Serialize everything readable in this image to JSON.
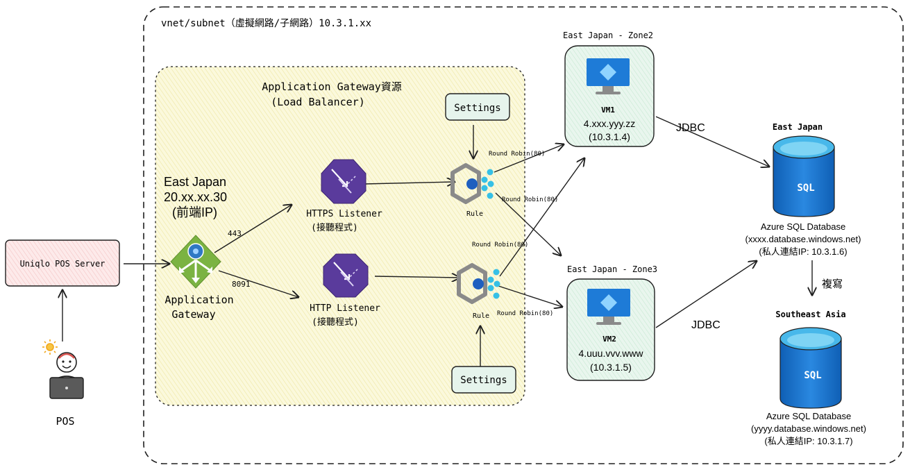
{
  "vnet_label": "vnet/subnet（虛擬網路/子網路）10.3.1.xx",
  "appgw_resource": {
    "title_line1": "Application Gateway資源",
    "title_line2": "(Load Balancer)"
  },
  "pos_server": "Uniqlo POS Server",
  "pos_user": "POS",
  "frontend": {
    "region": "East Japan",
    "ip": "20.xx.xx.30",
    "ip_label": "(前端IP)"
  },
  "appgw_icon": {
    "label_line1": "Application",
    "label_line2": "Gateway"
  },
  "ports": {
    "https": "443",
    "http": "8091"
  },
  "https_listener": {
    "line1": "HTTPS Listener",
    "line2": "(接聽程式)"
  },
  "http_listener": {
    "line1": "HTTP Listener",
    "line2": "(接聽程式)"
  },
  "settings_top": "Settings",
  "settings_bottom": "Settings",
  "rule_top": "Rule",
  "rule_bottom": "Rule",
  "rr_labels": {
    "top_to_vm1": "Round Robin(80)",
    "top_to_vm2": "Round Robin(80)",
    "bottom_to_vm1": "Round Robin(80)",
    "bottom_to_vm2": "Round Robin(80)"
  },
  "vm1": {
    "zone": "East Japan - Zone2",
    "name": "VM1",
    "public_ip": "4.xxx.yyy.zz",
    "private_ip": "(10.3.1.4)"
  },
  "vm2": {
    "zone": "East Japan - Zone3",
    "name": "VM2",
    "public_ip": "4.uuu.vvv.www",
    "private_ip": "(10.3.1.5)"
  },
  "jdbc_top": "JDBC",
  "jdbc_bottom": "JDBC",
  "db_primary": {
    "region": "East Japan",
    "icon_text": "SQL",
    "name": "Azure SQL Database",
    "host": "(xxxx.database.windows.net)",
    "private_ip": "(私人連結IP: 10.3.1.6)"
  },
  "replication_label": "複寫",
  "db_secondary": {
    "region": "Southeast Asia",
    "icon_text": "SQL",
    "name": "Azure SQL Database",
    "host": "(yyyy.database.windows.net)",
    "private_ip": "(私人連結IP: 10.3.1.7)"
  },
  "colors": {
    "appgw_fill": "#fbf8d9",
    "vm_fill": "#e6f4ec",
    "pos_fill": "#fbe3e3",
    "listener_purple": "#5a3b9c",
    "appgw_green": "#7bb342",
    "azure_blue": "#1e7bd7"
  }
}
